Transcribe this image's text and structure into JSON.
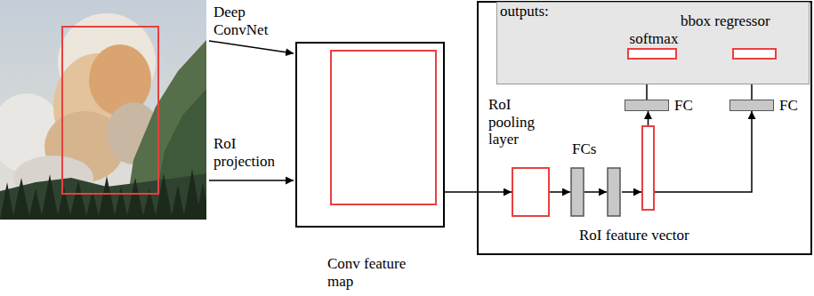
{
  "diagram": {
    "nodes": [
      {
        "text": [
          "Conv feature map"
        ]
      },
      {
        "text": [
          "outputs:"
        ]
      },
      {
        "text": [
          "softmax"
        ],
        "in": 1
      },
      {
        "text": [
          "bbox regressor"
        ],
        "in": 1
      },
      {
        "text": [
          "RoI pooling layer"
        ]
      },
      {
        "text": [
          "FCs"
        ]
      },
      {
        "text": [
          "FC"
        ]
      },
      {
        "text": [
          "FC"
        ]
      },
      {
        "text": [
          "RoI feature vector"
        ]
      }
    ],
    "edges": [
      {
        "from": 0,
        "to": 4,
        "arrow": "to"
      },
      {
        "from": 4,
        "to": 5,
        "arrow": "to"
      },
      {
        "from": 5,
        "to": 8,
        "arrow": "to"
      },
      {
        "from": 8,
        "to": 6,
        "arrow": "to"
      },
      {
        "from": 6,
        "to": 2,
        "arrow": "to"
      },
      {
        "from": 8,
        "to": 7,
        "arrow": "to"
      },
      {
        "from": 7,
        "to": 3,
        "arrow": "to"
      }
    ],
    "labels": [
      "Deep ConvNet",
      "RoI projection"
    ]
  }
}
